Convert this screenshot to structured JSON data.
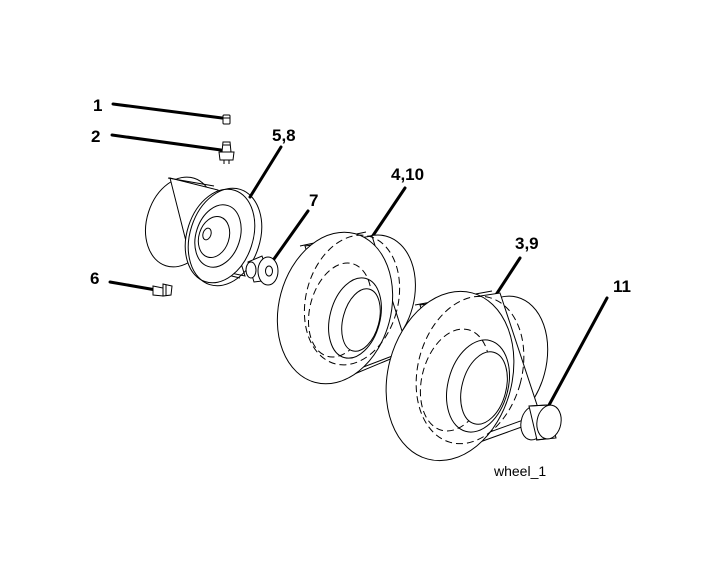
{
  "diagram": {
    "parts": [
      {
        "callout": "1",
        "part": "valve-cap"
      },
      {
        "callout": "2",
        "part": "valve-stem"
      },
      {
        "callout": "5,8",
        "part": "rim"
      },
      {
        "callout": "7",
        "part": "bushing"
      },
      {
        "callout": "4,10",
        "part": "front-tire"
      },
      {
        "callout": "3,9",
        "part": "rear-tire"
      },
      {
        "callout": "11",
        "part": "hub-cap"
      },
      {
        "callout": "6",
        "part": "grease-fitting"
      }
    ],
    "caption": "wheel_1",
    "colors": {
      "line": "#000000",
      "background": "#ffffff"
    }
  }
}
